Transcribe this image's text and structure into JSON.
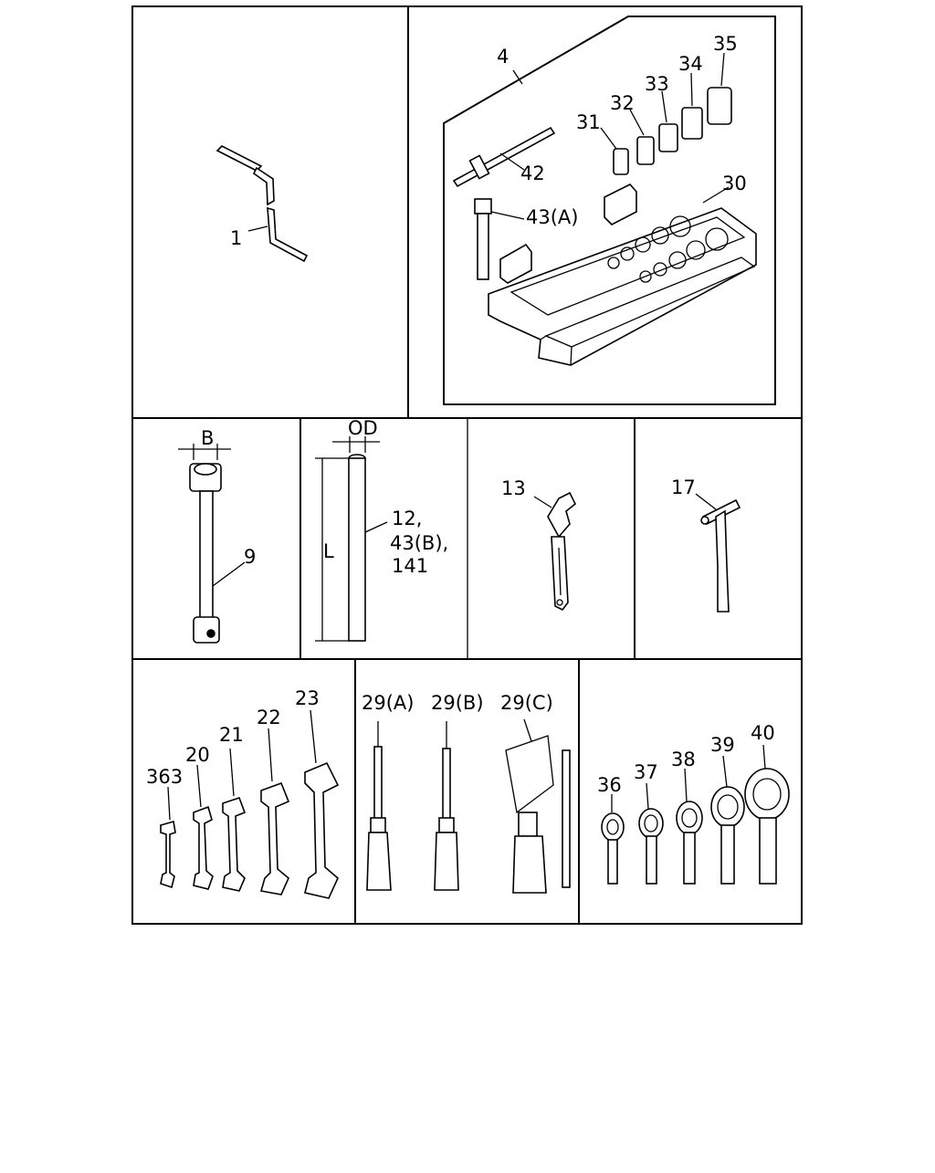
{
  "labels": {
    "p1": "1",
    "p4": "4",
    "p31": "31",
    "p32": "32",
    "p33": "33",
    "p34": "34",
    "p35": "35",
    "p42": "42",
    "p43a": "43(A)",
    "p30": "30",
    "b": "B",
    "p9": "9",
    "od": "OD",
    "l": "L",
    "p12a": "12,",
    "p12b": "43(B),",
    "p12c": "141",
    "p13": "13",
    "p17": "17",
    "p363": "363",
    "p20": "20",
    "p21": "21",
    "p22": "22",
    "p23": "23",
    "p29a": "29(A)",
    "p29b": "29(B)",
    "p29c": "29(C)",
    "p36": "36",
    "p37": "37",
    "p38": "38",
    "p39": "39",
    "p40": "40"
  }
}
